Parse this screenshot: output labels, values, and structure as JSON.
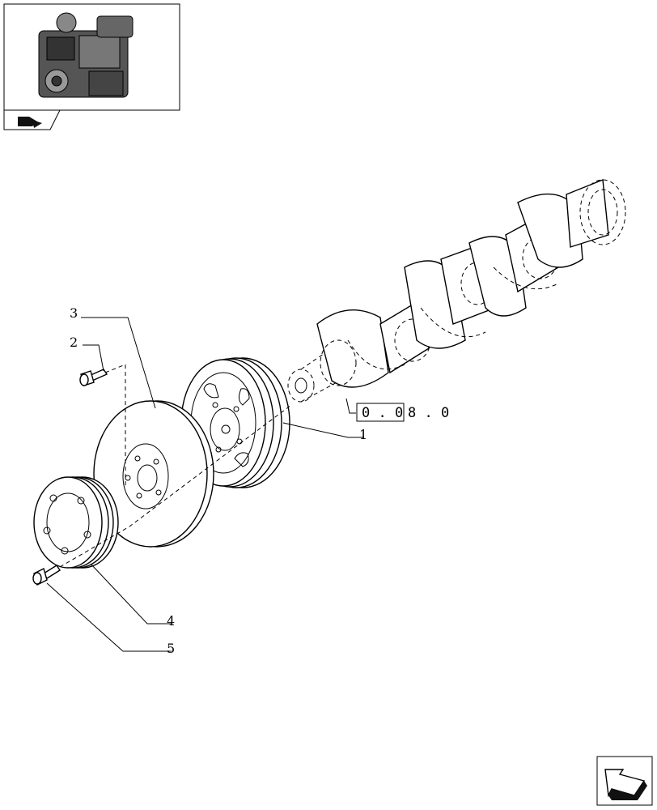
{
  "thumbnail": {
    "icon": "engine-thumbnail-icon",
    "nav_icon": "tractor-badge-icon"
  },
  "callouts": {
    "c1": "1",
    "c2": "2",
    "c3": "3",
    "c4": "4",
    "c5": "5"
  },
  "reference": {
    "boxed": "0 . 0",
    "rest": "8 . 0"
  },
  "nav": {
    "next_icon": "arrow-next-icon"
  }
}
